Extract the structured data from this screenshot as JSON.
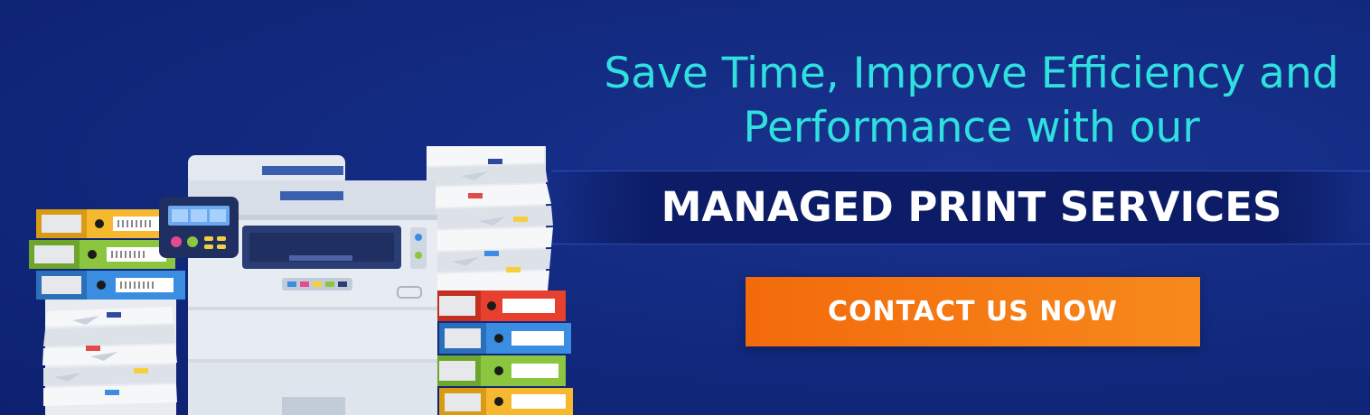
{
  "banner": {
    "headline_line1": "Save Time, Improve Efficiency and",
    "headline_line2": "Performance with our",
    "service_title": "MANAGED PRINT SERVICES",
    "cta_label": "CONTACT US NOW"
  },
  "colors": {
    "background": "#122a80",
    "headline": "#2fe0df",
    "title": "#ffffff",
    "cta": "#f47a14"
  },
  "illustration": {
    "icon": "multifunction-printer-with-paper-stacks-and-binders"
  }
}
